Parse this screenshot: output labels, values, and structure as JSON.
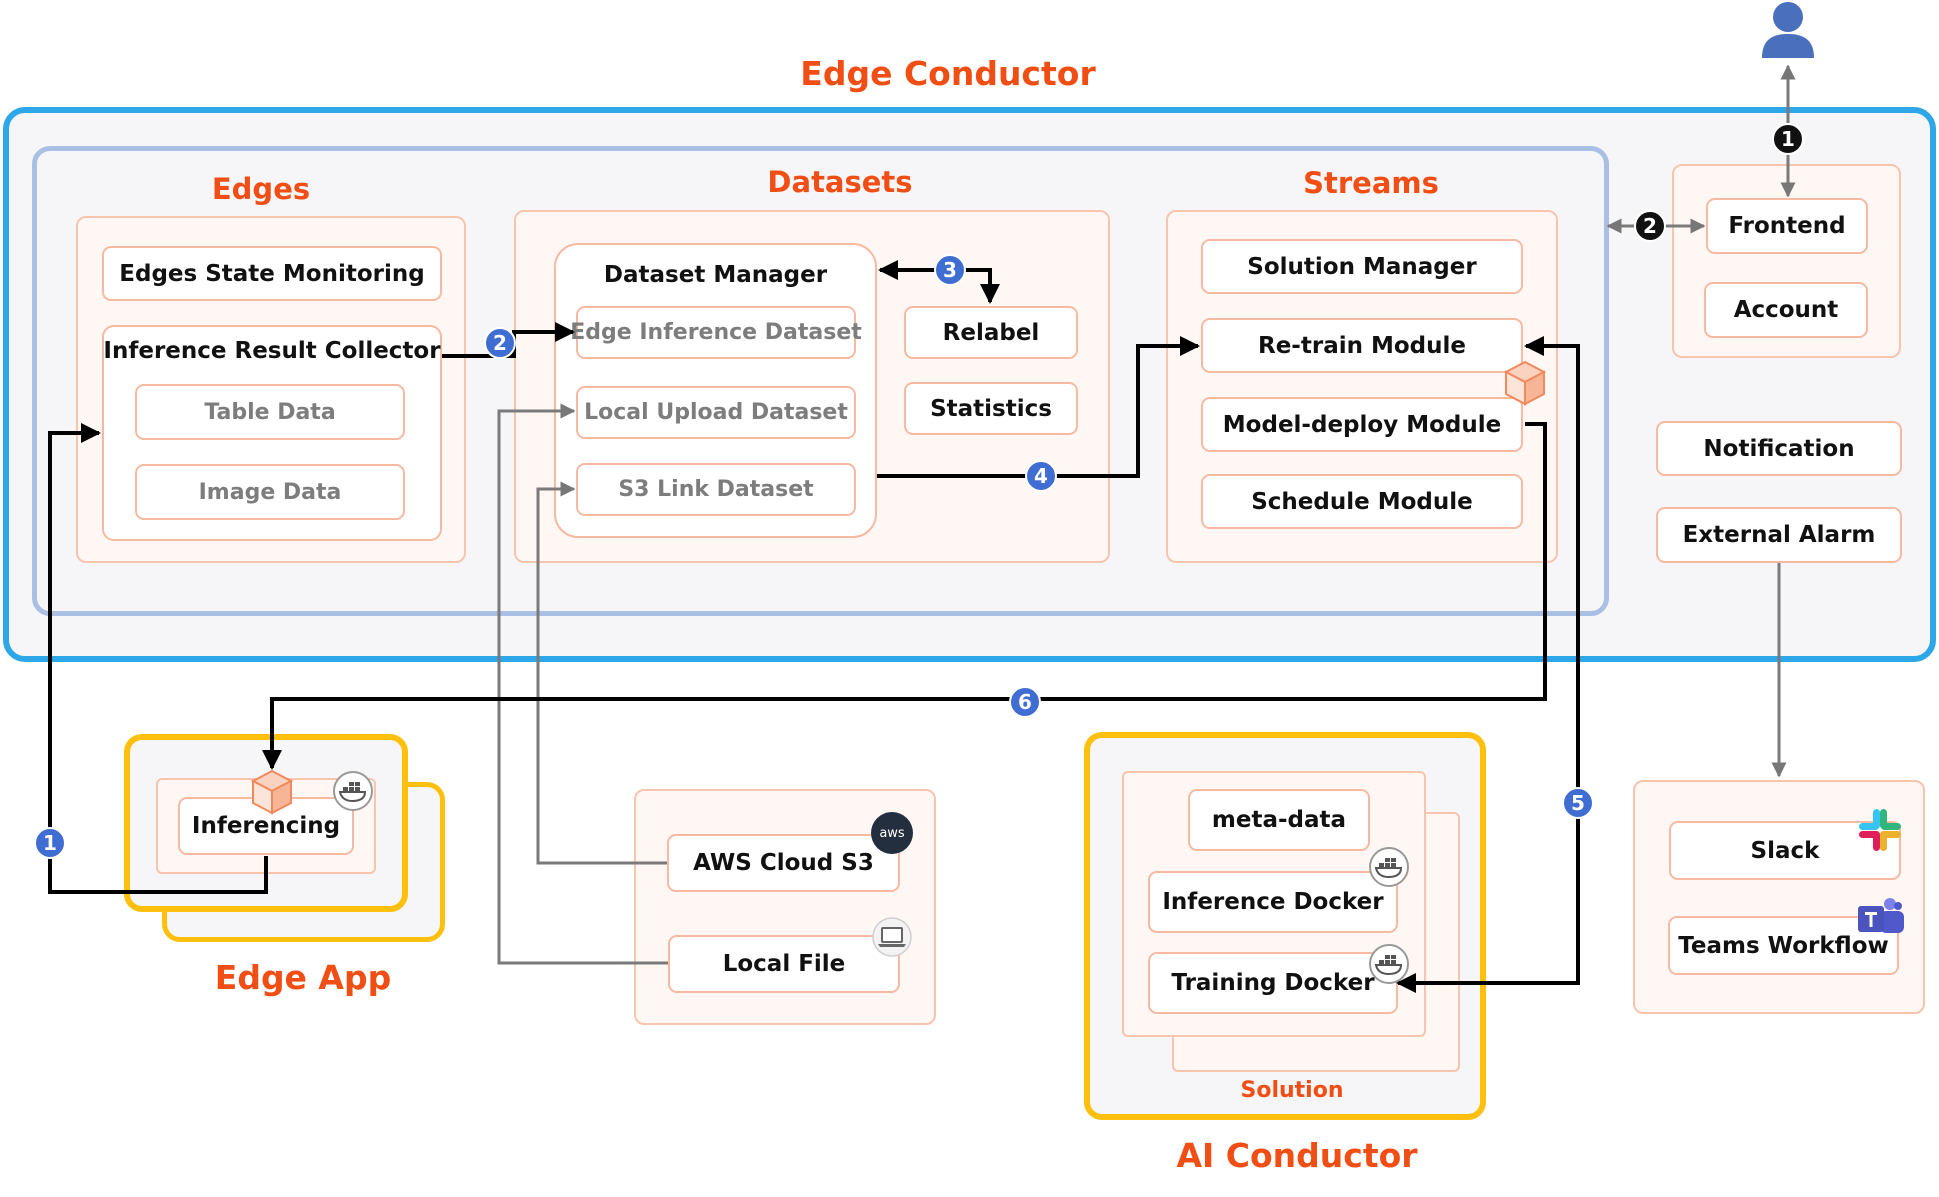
{
  "edge_conductor": {
    "title": "Edge Conductor",
    "edges": {
      "title": "Edges",
      "state_monitoring": "Edges State Monitoring",
      "collector": "Inference Result Collector",
      "table_data": "Table Data",
      "image_data": "Image Data"
    },
    "datasets": {
      "title": "Datasets",
      "manager": "Dataset Manager",
      "edge_inference": "Edge Inference Dataset",
      "local_upload": "Local Upload Dataset",
      "s3_link": "S3 Link Dataset",
      "relabel": "Relabel",
      "statistics": "Statistics"
    },
    "streams": {
      "title": "Streams",
      "solution_manager": "Solution Manager",
      "retrain": "Re-train Module",
      "model_deploy": "Model-deploy Module",
      "schedule": "Schedule Module"
    },
    "frontend": "Frontend",
    "account": "Account",
    "notification": "Notification",
    "external_alarm": "External Alarm"
  },
  "edge_app": {
    "title": "Edge App",
    "inferencing": "Inferencing"
  },
  "sources": {
    "aws_s3": "AWS Cloud S3",
    "local_file": "Local File",
    "aws_logo_text": "aws"
  },
  "ai_conductor": {
    "title": "AI Conductor",
    "solution_label": "Solution",
    "meta_data": "meta-data",
    "inference_docker": "Inference Docker",
    "training_docker": "Training Docker"
  },
  "alarms": {
    "slack": "Slack",
    "teams": "Teams Workflow"
  },
  "badges": {
    "b1": "1",
    "b2": "2",
    "b3": "3",
    "b4": "4",
    "b5": "5",
    "b6": "6",
    "k1": "1",
    "k2": "2"
  },
  "colors": {
    "accent": "#f04e14",
    "outer_border": "#2ea7e8",
    "inner_border": "#a9bfe3",
    "yellow": "#ffbf0d",
    "blue_badge": "#3f6dd2"
  },
  "icons": [
    "user-icon",
    "cube-icon",
    "docker-icon",
    "aws-icon",
    "laptop-icon",
    "slack-icon",
    "teams-icon"
  ]
}
